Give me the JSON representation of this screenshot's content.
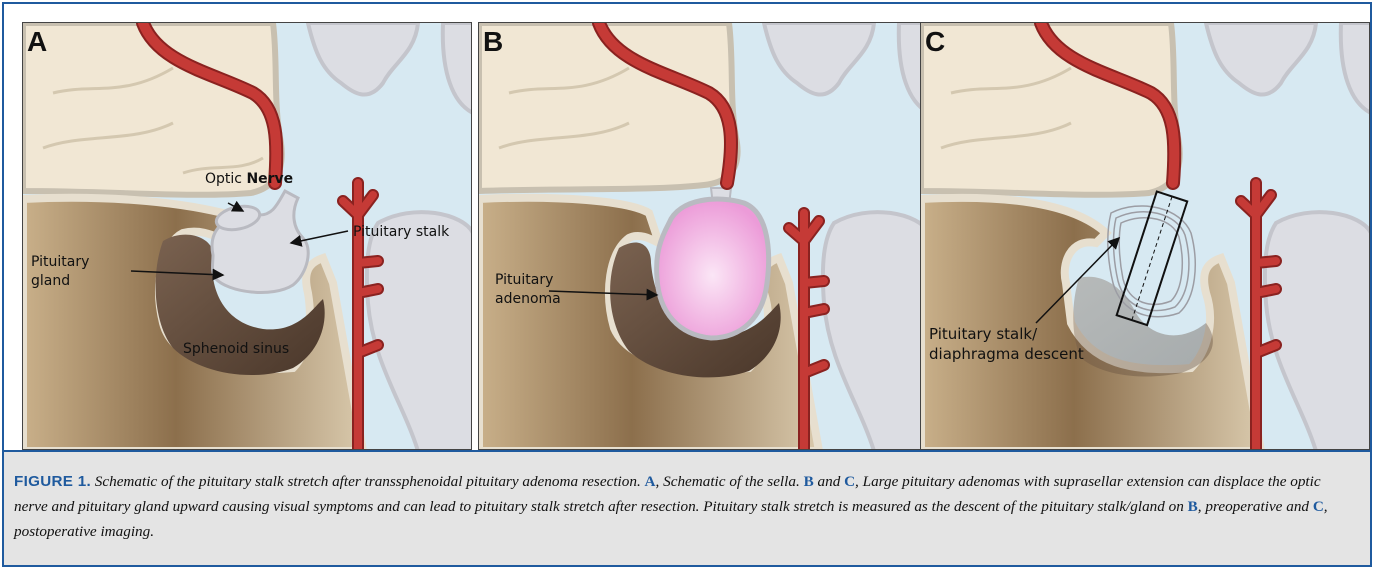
{
  "panels": [
    {
      "letter": "A",
      "labels": {
        "optic_pre": "Optic ",
        "optic_bold": "Nerve",
        "pituitary_stalk": "Pituitary stalk",
        "pituitary_gland": "Pituitary gland",
        "sphenoid_sinus": "Sphenoid sinus"
      }
    },
    {
      "letter": "B",
      "labels": {
        "pituitary_adenoma": "Pituitary adenoma"
      }
    },
    {
      "letter": "C",
      "labels": {
        "stalk_descent_1": "Pituitary stalk/",
        "stalk_descent_2": "diaphragma descent"
      }
    }
  ],
  "colors": {
    "brain": "#f1e7d4",
    "csf": "#d7e9f2",
    "artery": "#c53a36",
    "artery_dark": "#8a2220",
    "gland": "#dcdde3",
    "sinus": "#5f4a3c",
    "adenoma": "#f0a6dc",
    "bone": "#a68b67",
    "accent_blue": "#1f5a9e"
  },
  "caption": {
    "title": "FIGURE 1.",
    "s1": "Schematic of the pituitary stalk stretch after transsphenoidal pituitary adenoma resection.",
    "ref_a": "A",
    "s2": ", Schematic of the sella.",
    "ref_b": "B",
    "s3": "and",
    "ref_c": "C",
    "s4": ", Large pituitary adenomas with suprasellar extension can displace the optic nerve and pituitary gland upward causing visual symptoms and can lead to pituitary stalk stretch after resection. Pituitary stalk stretch is measured as the descent of the pituitary stalk/gland on",
    "ref_b2": "B",
    "s5": ", preoperative and",
    "ref_c2": "C",
    "s6": ", postoperative imaging."
  }
}
